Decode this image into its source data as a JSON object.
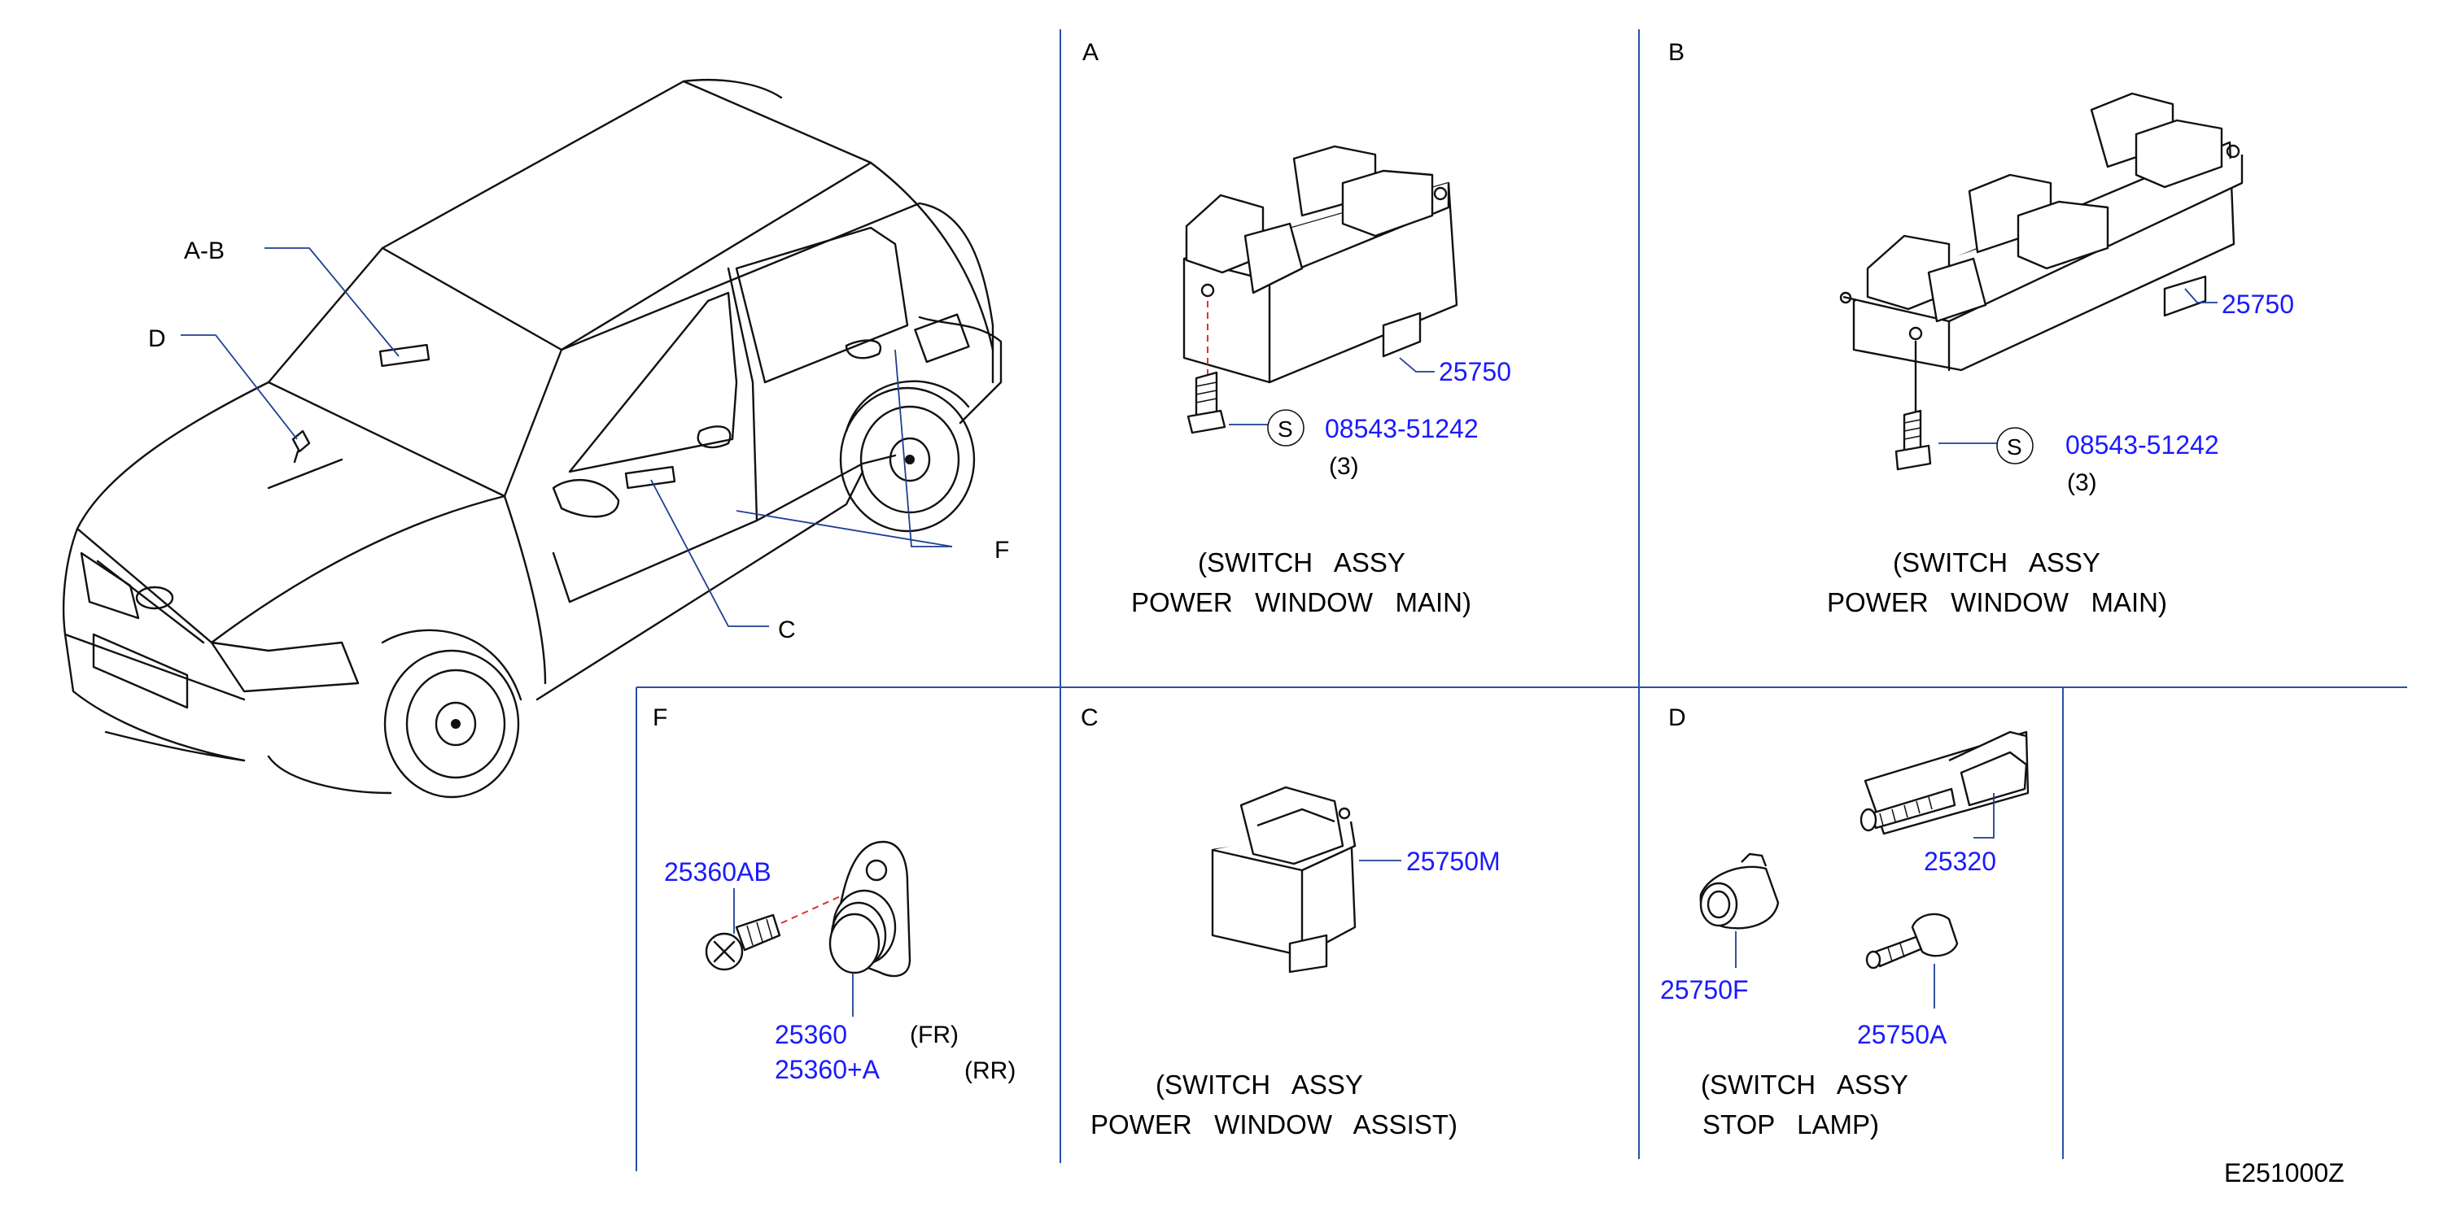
{
  "panels": {
    "A": {
      "letter": "A",
      "part_main": "25750",
      "bolt_symbol": "S",
      "bolt_part": "08543-51242",
      "bolt_qty": "(3)",
      "caption_1": "(SWITCH   ASSY",
      "caption_2": "POWER   WINDOW   MAIN)"
    },
    "B": {
      "letter": "B",
      "part_main": "25750",
      "bolt_symbol": "S",
      "bolt_part": "08543-51242",
      "bolt_qty": "(3)",
      "caption_1": "(SWITCH   ASSY",
      "caption_2": "POWER   WINDOW   MAIN)"
    },
    "C": {
      "letter": "C",
      "part_main": "25750M",
      "caption_1": "(SWITCH   ASSY",
      "caption_2": "POWER   WINDOW   ASSIST)"
    },
    "D": {
      "letter": "D",
      "part_1": "25320",
      "part_2": "25750F",
      "part_3": "25750A",
      "caption_1": "(SWITCH   ASSY",
      "caption_2": "STOP   LAMP)"
    },
    "F": {
      "letter": "F",
      "part_screw": "25360AB",
      "part_fr": "25360",
      "part_fr_note": "(FR)",
      "part_rr": "25360+A",
      "part_rr_note": "(RR)"
    }
  },
  "car_callouts": {
    "ab": "A-B",
    "d": "D",
    "c": "C",
    "f": "F"
  },
  "diagram_code": "E251000Z",
  "colors": {
    "part_number": "#1a1aff",
    "divider": "#2850a8",
    "leader": "#1f3f94",
    "dashed_guide": "#e03030"
  }
}
